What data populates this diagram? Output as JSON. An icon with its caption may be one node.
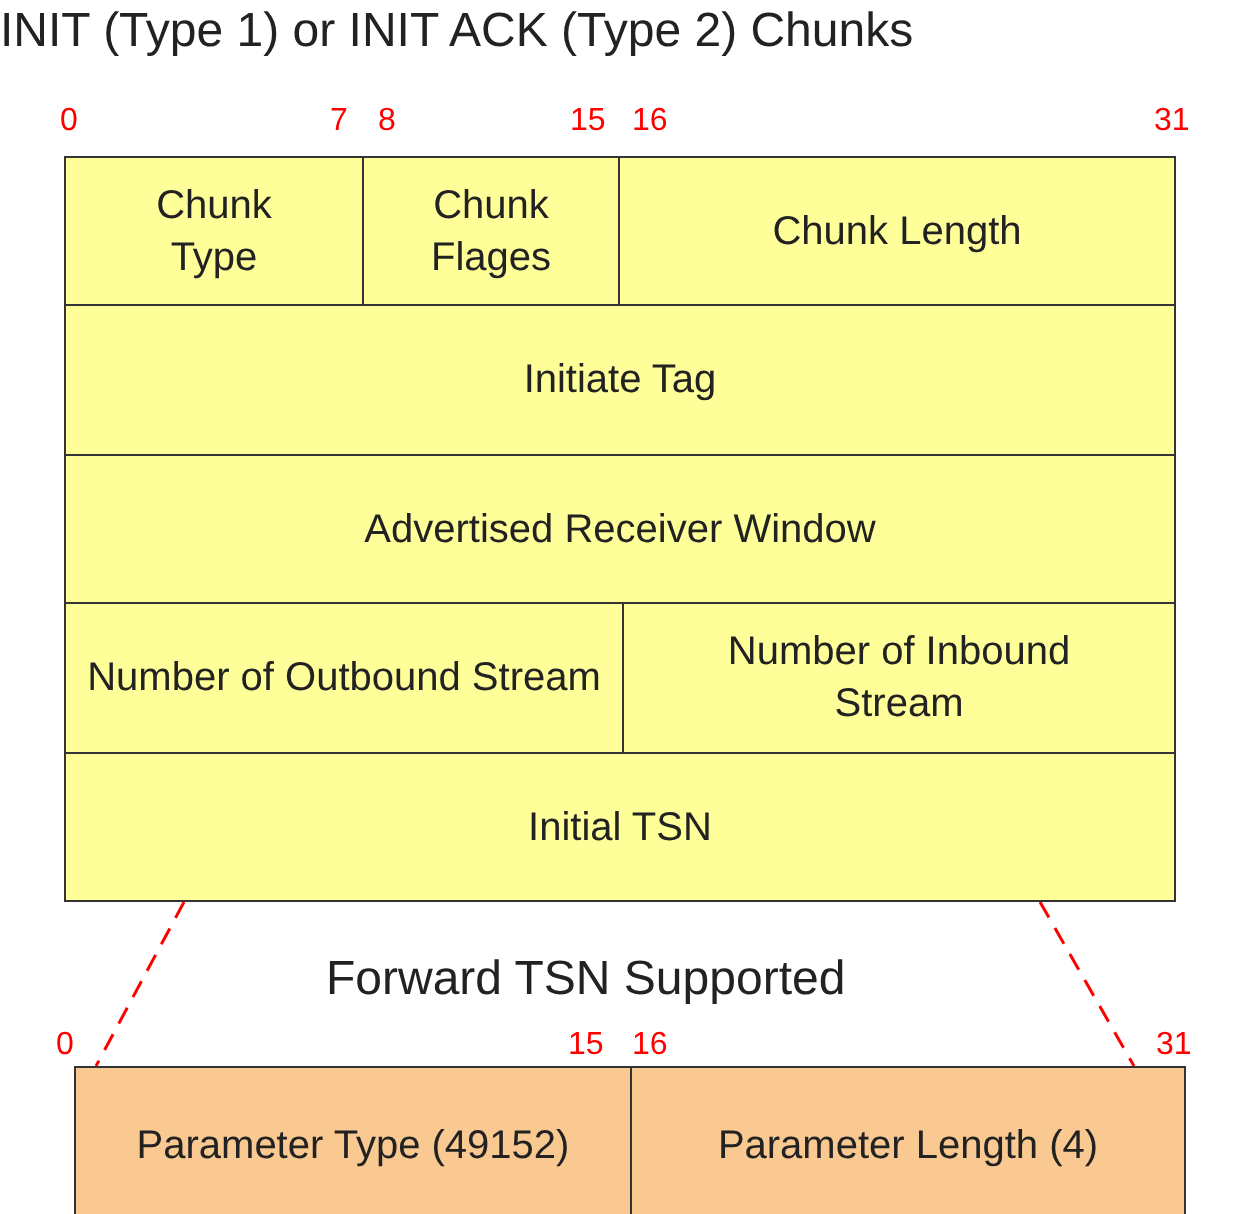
{
  "diagram": {
    "title": "INIT (Type 1) or INIT ACK (Type 2) Chunks",
    "nodes": [
      {
        "text": [
          "Chunk Type"
        ]
      },
      {
        "text": [
          "Chunk Flages"
        ]
      },
      {
        "text": [
          "Chunk Length"
        ]
      },
      {
        "text": [
          "Initiate Tag"
        ]
      },
      {
        "text": [
          "Advertised Receiver Window"
        ]
      },
      {
        "text": [
          "Number of Outbound Stream"
        ]
      },
      {
        "text": [
          "Number of Inbound Stream"
        ]
      },
      {
        "text": [
          "Initial TSN"
        ]
      },
      {
        "text": [
          "Parameter Type (49152)"
        ]
      },
      {
        "text": [
          "Parameter Length (4)"
        ]
      }
    ],
    "edges": [
      {
        "from": 7,
        "to": 8,
        "arrow": "none",
        "style": "dashed",
        "color": "#ff0000"
      },
      {
        "from": 7,
        "to": 9,
        "arrow": "none",
        "style": "dashed",
        "color": "#ff0000"
      }
    ],
    "labels": [
      "0",
      "7",
      "8",
      "15",
      "16",
      "31",
      "Forward TSN Supported",
      "0",
      "15",
      "16",
      "31"
    ]
  }
}
